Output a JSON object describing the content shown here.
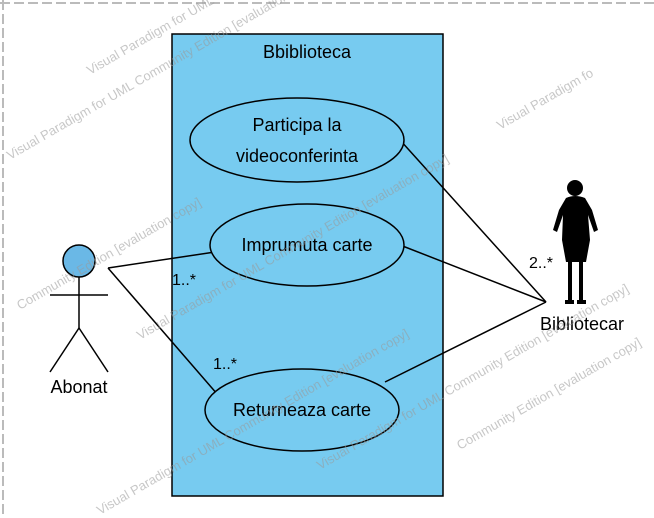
{
  "colors": {
    "system_fill": "#77cbf0",
    "actor_head_fill": "#6ab8e6",
    "line": "#000000",
    "watermark": "#9a9a9a"
  },
  "system": {
    "name": "Bbiblioteca"
  },
  "use_cases": [
    {
      "line1": "Participa la",
      "line2": "videoconferinta"
    },
    {
      "line1": "Imprumuta carte"
    },
    {
      "line1": "Returneaza carte"
    }
  ],
  "actors": [
    {
      "name": "Abonat",
      "icon": "stick-figure-icon"
    },
    {
      "name": "Bibliotecar",
      "icon": "woman-silhouette-icon"
    }
  ],
  "multiplicities": {
    "abonat_imprumuta": "1..*",
    "abonat_returneaza": "1..*",
    "bibliotecar": "2..*"
  },
  "watermarks": {
    "paradigm": "Visual Paradigm for UML Community Edition [evaluation copy]",
    "edition": "Community Edition [evaluation copy]",
    "short1": "Visual Paradigm fo",
    "short2": "Visual Paradigm for UML C"
  }
}
